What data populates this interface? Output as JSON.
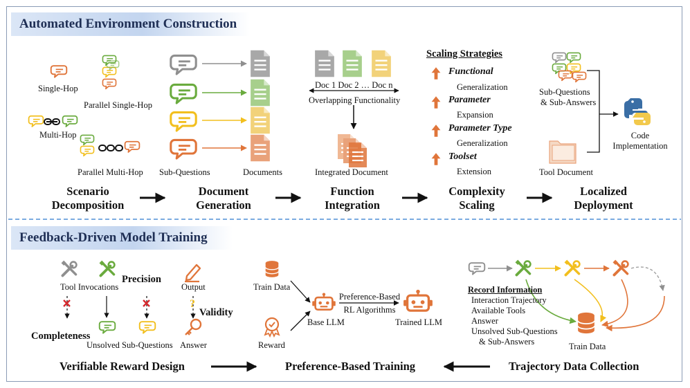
{
  "top": {
    "banner": "Automated Environment Construction",
    "scenario": {
      "labels": [
        "Single-Hop",
        "Parallel Single-Hop",
        "Multi-Hop",
        "Parallel Multi-Hop"
      ],
      "stage": [
        "Scenario",
        "Decomposition"
      ]
    },
    "docgen": {
      "sub_questions": "Sub-Questions",
      "documents": "Documents",
      "stage": [
        "Document",
        "Generation"
      ]
    },
    "integration": {
      "docs": "Doc 1 Doc 2 … Doc n",
      "overlap": "Overlapping Functionality",
      "integrated": "Integrated Document",
      "stage": [
        "Function",
        "Integration"
      ]
    },
    "scaling": {
      "title": "Scaling Strategies",
      "items": [
        {
          "name": "Functional",
          "sub": "Generalization"
        },
        {
          "name": "Parameter",
          "sub": "Expansion"
        },
        {
          "name": "Parameter Type",
          "sub": "Generalization"
        },
        {
          "name": "Toolset",
          "sub": "Extension"
        }
      ],
      "stage": [
        "Complexity",
        "Scaling"
      ]
    },
    "deploy": {
      "subqa": [
        "Sub-Questions",
        "& Sub-Answers"
      ],
      "code": [
        "Code",
        "Implementation"
      ],
      "tooldoc": "Tool Document",
      "stage": [
        "Localized",
        "Deployment"
      ]
    }
  },
  "bottom": {
    "banner": "Feedback-Driven Model Training",
    "reward": {
      "tool_invocations": "Tool Invocations",
      "precision": "Precision",
      "output": "Output",
      "validity": "Validity",
      "completeness": "Completeness",
      "unsolved": "Unsolved Sub-Questions",
      "answer": "Answer",
      "stage": "Verifiable Reward Design"
    },
    "training": {
      "train_data": "Train Data",
      "reward": "Reward",
      "base_llm": "Base LLM",
      "pref": [
        "Preference-Based",
        "RL Algorithms"
      ],
      "trained_llm": "Trained LLM",
      "stage": "Preference-Based Training"
    },
    "trajectory": {
      "record_title": "Record Information",
      "record_items": [
        "Interaction Trajectory",
        "Available Tools",
        "Answer",
        "Unsolved Sub-Questions",
        "& Sub-Answers"
      ],
      "train_data": "Train Data",
      "stage": "Trajectory Data Collection"
    }
  },
  "colors": {
    "orange": "#e0753a",
    "green": "#6aab3e",
    "yellow": "#f2bf1e",
    "gray": "#8f8f8f",
    "doc_green": "#a7cf8c",
    "doc_yellow": "#f2d27a",
    "doc_orange": "#e9a27a",
    "banner_text": "#1f2f55",
    "dashed_divider": "#4f8fd6"
  }
}
